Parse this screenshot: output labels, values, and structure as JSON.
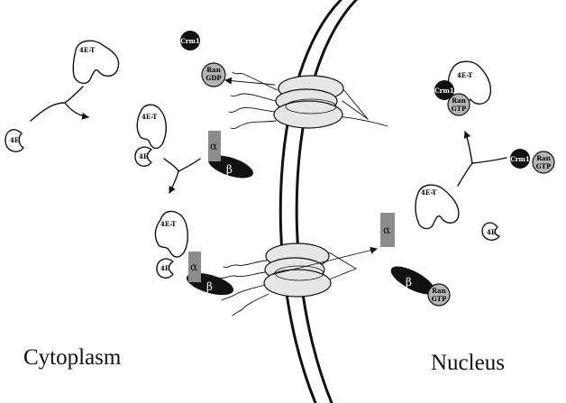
{
  "labels": {
    "eif4e": "4E",
    "eif4e_transporter": "4E-T",
    "exportin": "Crm1",
    "ran": "Ran",
    "gdp": "GDP",
    "gtp": "GTP",
    "importin_alpha": "α",
    "importin_beta": "β"
  },
  "regions": {
    "cytoplasm": "Cytoplasm",
    "nucleus": "Nucleus"
  },
  "colors": {
    "ink": "#111111",
    "importin_alpha_fill": "#8c8c8c",
    "ran_fill": "#b5b5b5",
    "pore_fill": "#e6e6e6"
  }
}
